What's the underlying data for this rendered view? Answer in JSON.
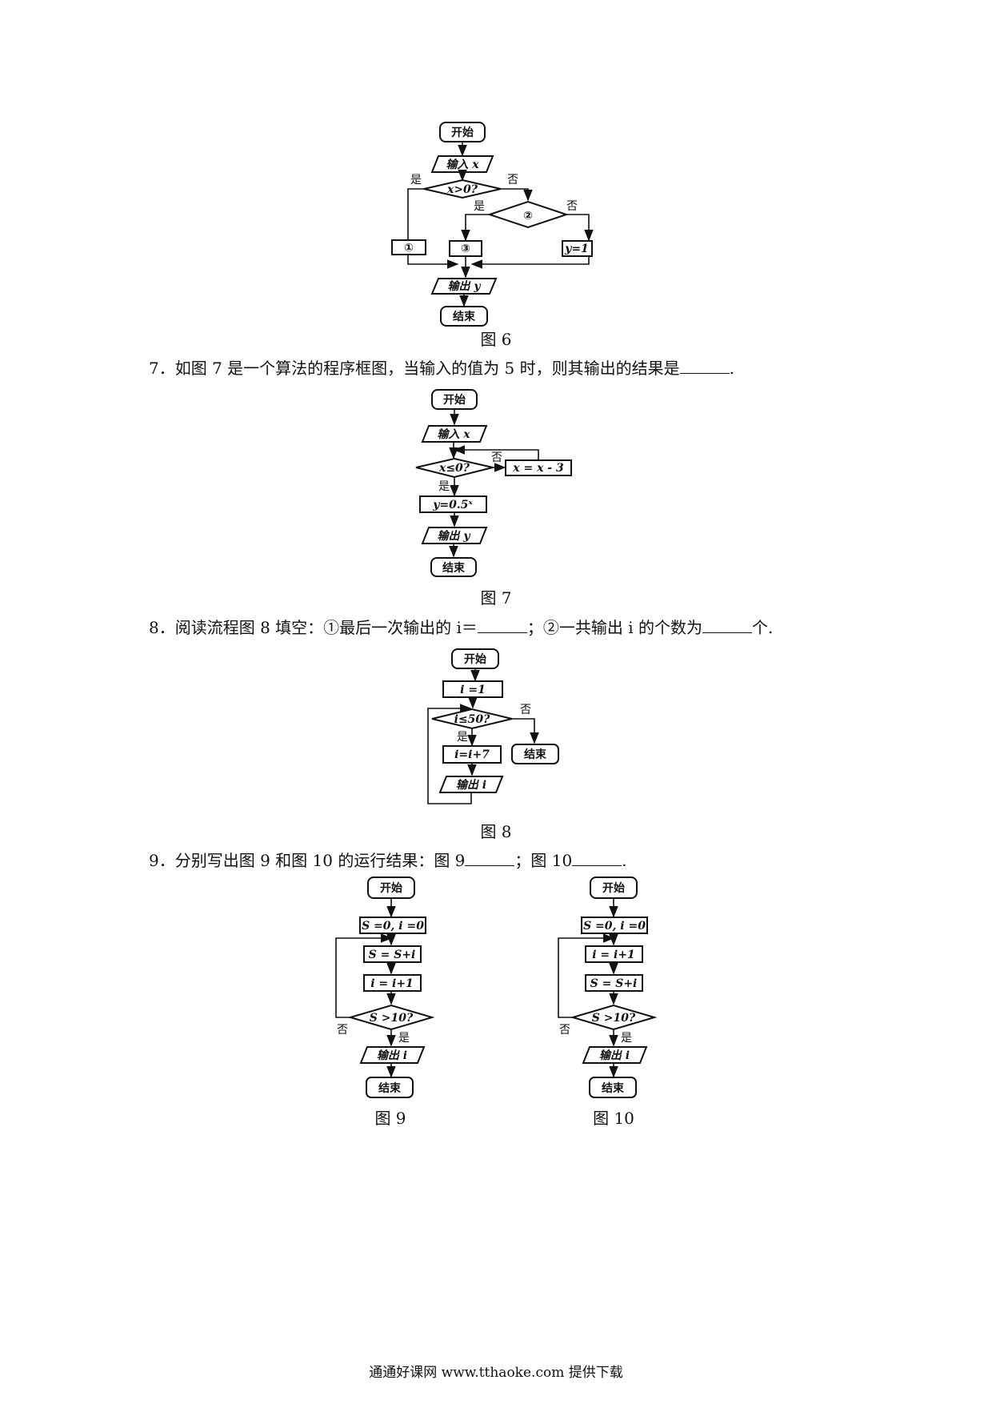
{
  "fig6": {
    "start": "开始",
    "input": "输入 x",
    "cond1": "x>0?",
    "yes1": "是",
    "no1": "否",
    "cond2": "②",
    "yes2": "是",
    "no2": "否",
    "box1": "①",
    "box3": "③",
    "box_y": "y=1",
    "output": "输出 y",
    "end": "结束",
    "caption": "图 6"
  },
  "q7": {
    "text": "7．如图 7 是一个算法的程序框图，当输入的值为 5 时，则其输出的结果是",
    "tail": "."
  },
  "fig7": {
    "start": "开始",
    "input": "输入 x",
    "cond": "x≤0?",
    "no": "否",
    "yes": "是",
    "update": "x = x - 3",
    "assign": "y=0.5ˣ",
    "output": "输出 y",
    "end": "结束",
    "caption": "图 7"
  },
  "q8": {
    "part1": "8．阅读流程图 8 填空：①最后一次输出的 i＝",
    "part2": "；②一共输出 i 的个数为",
    "part3": "个."
  },
  "fig8": {
    "start": "开始",
    "init": "i =1",
    "cond": "i≤50?",
    "no": "否",
    "yes": "是",
    "update": "i=i+7",
    "end": "结束",
    "output": "输出 i",
    "caption": "图 8"
  },
  "q9": {
    "part1": "9．分别写出图 9 和图 10 的运行结果：图 9",
    "part2": "；图 10",
    "part3": "."
  },
  "fig9": {
    "start": "开始",
    "init": "S =0, i =0",
    "step1": "S = S+i",
    "step2": "i = i+1",
    "cond": "S >10?",
    "no": "否",
    "yes": "是",
    "output": "输出 i",
    "end": "结束",
    "caption": "图 9"
  },
  "fig10": {
    "start": "开始",
    "init": "S =0, i =0",
    "step1": "i = i+1",
    "step2": "S = S+i",
    "cond": "S >10?",
    "no": "否",
    "yes": "是",
    "output": "输出 i",
    "end": "结束",
    "caption": "图 10"
  },
  "footer": "通通好课网  www.tthaoke.com  提供下载"
}
